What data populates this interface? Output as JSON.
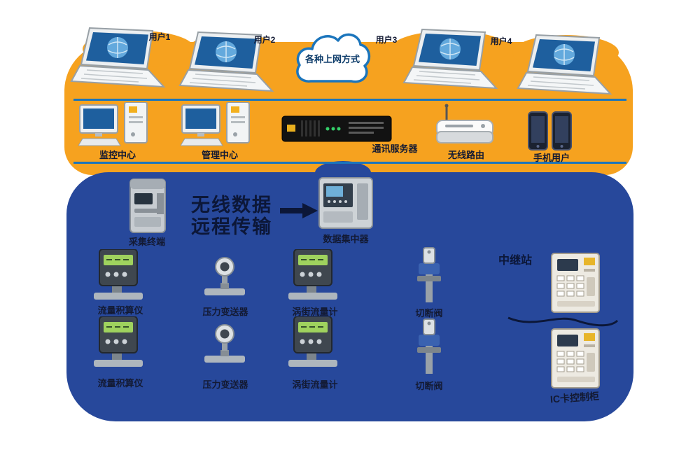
{
  "colors": {
    "orange_band": "#F6A21F",
    "blue_panel": "#27489B",
    "network_line": "#1B75BC",
    "dark_text": "#131A33"
  },
  "cloud": {
    "label": "各种上网方式"
  },
  "top_row": {
    "captions": [
      "用户1",
      "用户2",
      "用户3",
      "用户4"
    ]
  },
  "mid_row": {
    "captions": [
      "监控中心",
      "管理中心",
      "通讯服务器",
      "无线路由",
      "手机用户"
    ]
  },
  "blue_section": {
    "kiosk1_caption": "采集终端",
    "kiosk2_caption": "数据集中器",
    "headline_line1": "无线数据",
    "headline_line2": "远程传输",
    "right_label": "中继站",
    "right_bottom_caption": "IC卡控制柜",
    "rows": [
      {
        "captions": [
          "流量积算仪",
          "压力变送器",
          "涡街流量计",
          "切断阀"
        ]
      },
      {
        "captions": [
          "流量积算仪",
          "压力变送器",
          "涡街流量计",
          "切断阀"
        ]
      }
    ]
  }
}
